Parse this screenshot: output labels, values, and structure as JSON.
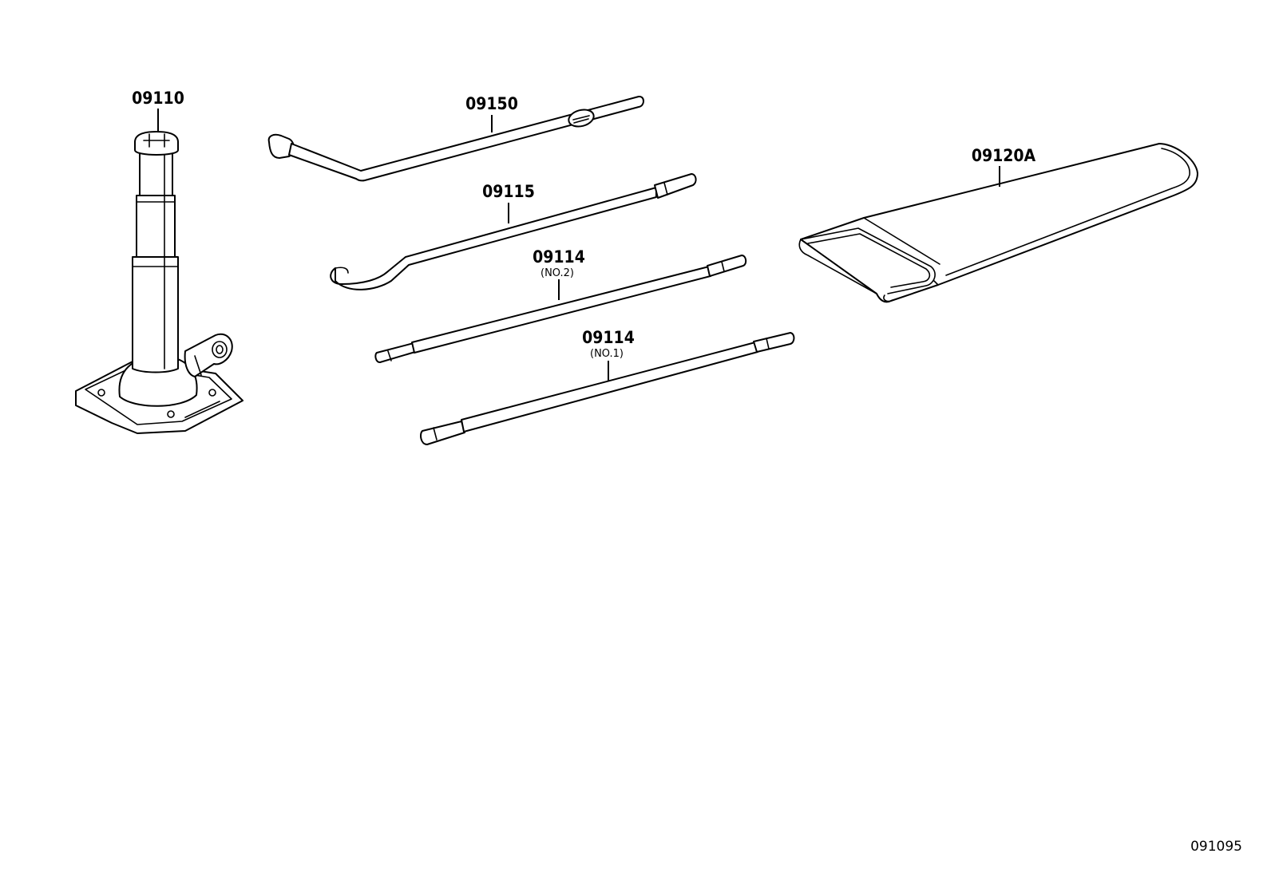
{
  "parts": [
    {
      "id": "jack",
      "part_number": "09110",
      "name": "Jack assembly"
    },
    {
      "id": "handle",
      "part_number": "09150",
      "name": "Wheel nut wrench"
    },
    {
      "id": "hook",
      "part_number": "09115",
      "name": "Jack handle hook"
    },
    {
      "id": "ext2",
      "part_number": "09114",
      "sub_label": "(NO.2)",
      "name": "Jack handle extension No.2"
    },
    {
      "id": "ext1",
      "part_number": "09114",
      "sub_label": "(NO.1)",
      "name": "Jack handle extension No.1"
    },
    {
      "id": "bag",
      "part_number": "09120A",
      "name": "Tool bag"
    }
  ],
  "illustration_code": "091095"
}
